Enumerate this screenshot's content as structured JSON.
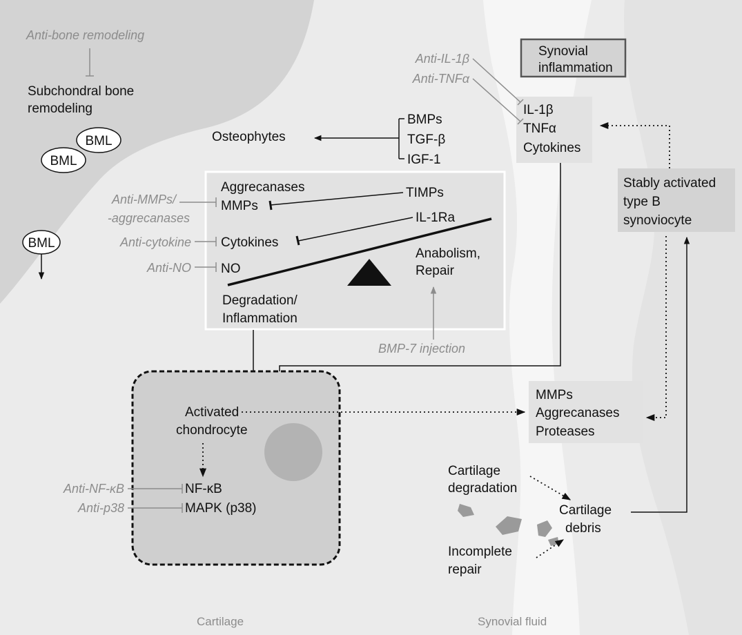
{
  "colors": {
    "background": "#ebebeb",
    "bone": "#d3d3d3",
    "synovial_fluid": "#f6f6f6",
    "box_fill": "#e2e2e2",
    "chondrocyte": "#cfcfcf",
    "nucleus": "#b3b3b3",
    "inhibitor_gray": "#8c8c8c",
    "text": "#111111"
  },
  "bone": {
    "anti_bone_remodeling": "Anti-bone remodeling",
    "subchondral_line1": "Subchondral bone",
    "subchondral_line2": "remodeling",
    "bml_1": "BML",
    "bml_2": "BML",
    "bml_3": "BML"
  },
  "osteophytes": "Osteophytes",
  "growth_factors": {
    "bmps": "BMPs",
    "tgf": "TGF-β",
    "igf": "IGF-1"
  },
  "balance_box": {
    "aggrecanases": "Aggrecanases",
    "mmps": "MMPs",
    "timps": "TIMPs",
    "il1ra": "IL-1Ra",
    "cytokines": "Cytokines",
    "no": "NO",
    "anabolism_line1": "Anabolism,",
    "anabolism_line2": "Repair",
    "degradation_line1": "Degradation/",
    "degradation_line2": "Inflammation"
  },
  "therapies": {
    "anti_mmps_line1": "Anti-MMPs/",
    "anti_mmps_line2": "-aggrecanases",
    "anti_cytokine": "Anti-cytokine",
    "anti_no": "Anti-NO",
    "bmp7": "BMP-7 injection",
    "anti_il1b": "Anti-IL-1β",
    "anti_tnfa": "Anti-TNFα",
    "anti_nfkb": "Anti-NF-κB",
    "anti_p38": "Anti-p38"
  },
  "synovial": {
    "title_line1": "Synovial",
    "title_line2": "inflammation",
    "il1b": "IL-1β",
    "tnfa": "TNFα",
    "cytokines": "Cytokines",
    "synoviocyte_line1": "Stably activated",
    "synoviocyte_line2": "type B",
    "synoviocyte_line3": "synoviocyte"
  },
  "enzymes": {
    "mmps": "MMPs",
    "aggrecanases": "Aggrecanases",
    "proteases": "Proteases"
  },
  "chondrocyte": {
    "activated_line1": "Activated",
    "activated_line2": "chondrocyte",
    "nfkb": "NF-κB",
    "mapk": "MAPK (p38)"
  },
  "debris": {
    "degradation_line1": "Cartilage",
    "degradation_line2": "degradation",
    "debris_line1": "Cartilage",
    "debris_line2": "debris",
    "repair_line1": "Incomplete",
    "repair_line2": "repair"
  },
  "regions": {
    "cartilage": "Cartilage",
    "synovial_fluid": "Synovial fluid"
  }
}
